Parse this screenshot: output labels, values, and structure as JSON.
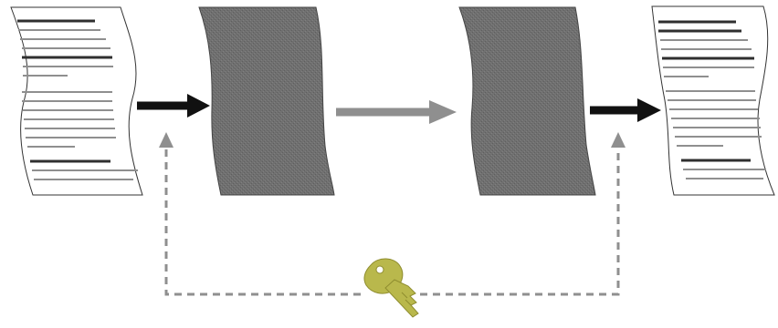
{
  "diagram": {
    "nodes": [
      {
        "id": "plaintext-left",
        "kind": "plaintext-document"
      },
      {
        "id": "ciphertext-left",
        "kind": "encrypted-block"
      },
      {
        "id": "ciphertext-right",
        "kind": "encrypted-block"
      },
      {
        "id": "plaintext-right",
        "kind": "plaintext-document"
      }
    ],
    "edges": [
      {
        "from": "plaintext-left",
        "to": "ciphertext-left",
        "style": "solid-black"
      },
      {
        "from": "ciphertext-left",
        "to": "ciphertext-right",
        "style": "solid-gray"
      },
      {
        "from": "ciphertext-right",
        "to": "plaintext-right",
        "style": "solid-black"
      },
      {
        "from": "key",
        "to": "encrypt-step",
        "style": "dashed-gray"
      },
      {
        "from": "key",
        "to": "decrypt-step",
        "style": "dashed-gray"
      }
    ],
    "key": {
      "icon": "key-icon"
    },
    "colors": {
      "document_fill": "#ffffff",
      "document_border": "#333333",
      "text_line_dark": "#2f2f2f",
      "text_line_light": "#8f8f8f",
      "ciphertext_fill": "#707070",
      "ciphertext_border": "#444444",
      "arrow_black": "#111111",
      "arrow_gray": "#8f8f8f",
      "dashed_line": "#8f8f8f",
      "key_fill": "#b9b84c",
      "key_stroke": "#8f8d2f"
    }
  }
}
